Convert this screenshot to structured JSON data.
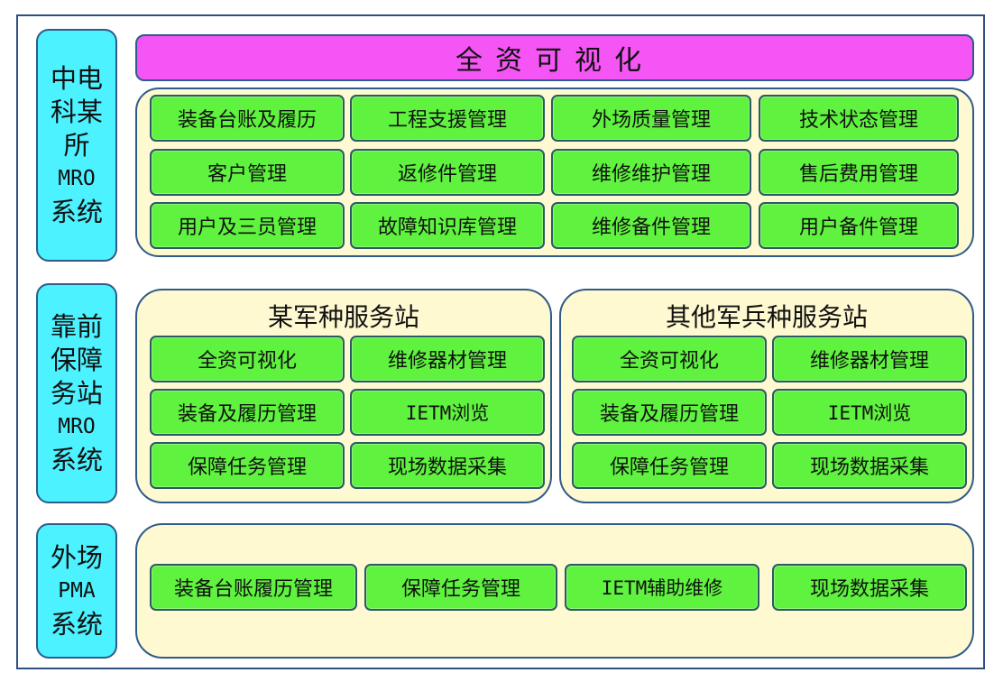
{
  "diagram": {
    "side_labels": [
      {
        "lines": [
          "中电",
          "科某",
          "所",
          "MRO",
          "系统"
        ]
      },
      {
        "lines": [
          "靠前",
          "保障",
          "务站",
          "MRO",
          "系统"
        ]
      },
      {
        "lines": [
          "外场",
          "PMA",
          "系统"
        ]
      }
    ],
    "mro": {
      "banner": "全资可视化",
      "modules": [
        "装备台账及履历",
        "工程支援管理",
        "外场质量管理",
        "技术状态管理",
        "客户管理",
        "返修件管理",
        "维修维护管理",
        "售后费用管理",
        "用户及三员管理",
        "故障知识库管理",
        "维修备件管理",
        "用户备件管理"
      ]
    },
    "stations": [
      {
        "title": "某军种服务站",
        "modules": [
          "全资可视化",
          "维修器材管理",
          "装备及履历管理",
          "IETM浏览",
          "保障任务管理",
          "现场数据采集"
        ]
      },
      {
        "title": "其他军兵种服务站",
        "modules": [
          "全资可视化",
          "维修器材管理",
          "装备及履历管理",
          "IETM浏览",
          "保障任务管理",
          "现场数据采集"
        ]
      }
    ],
    "pma": {
      "modules": [
        "装备台账履历管理",
        "保障任务管理",
        "IETM辅助维修",
        "现场数据采集"
      ]
    }
  }
}
